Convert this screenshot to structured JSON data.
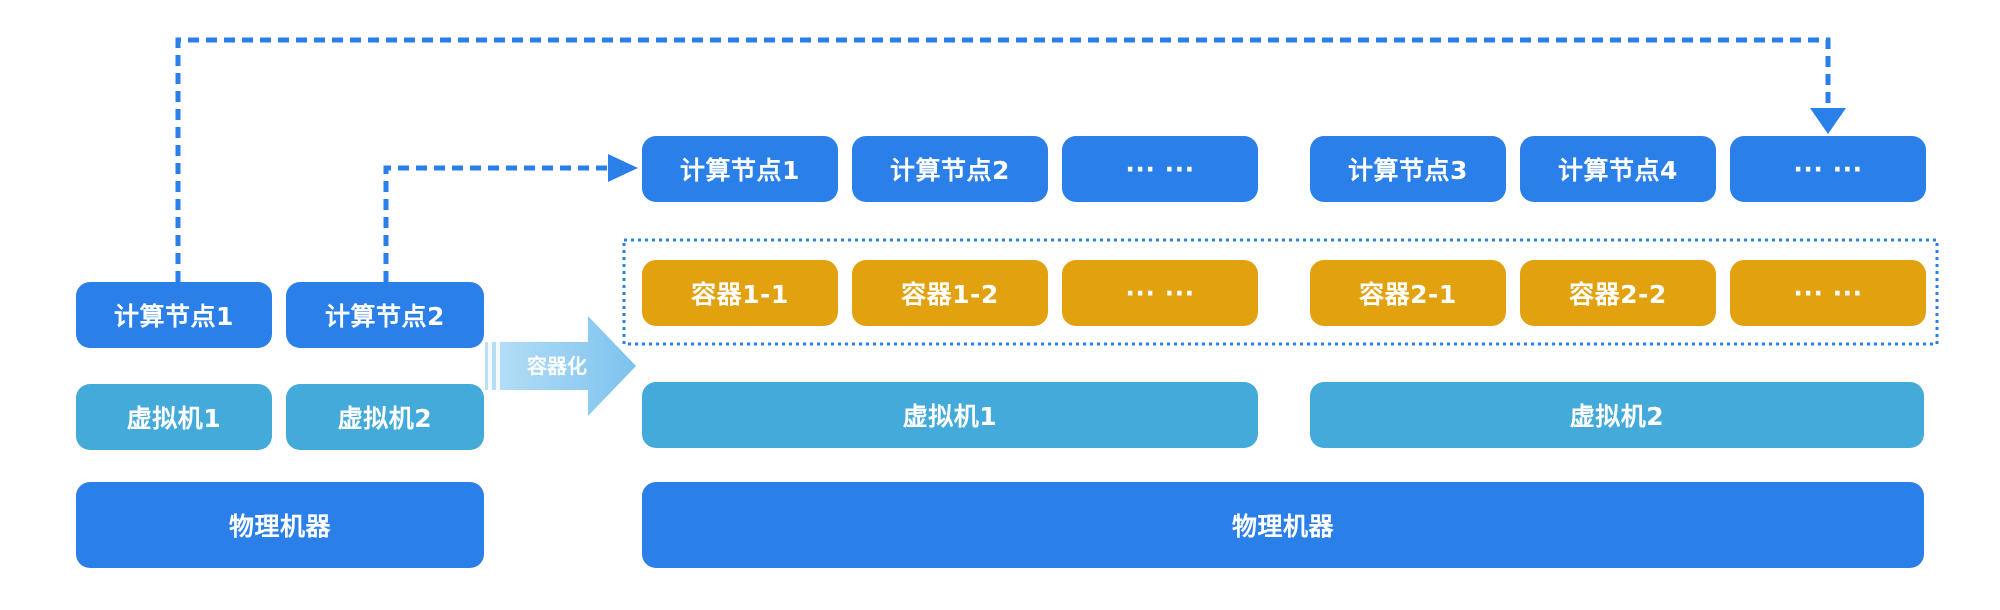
{
  "colors": {
    "compute_node": "#2b7fe8",
    "virtual_machine": "#43aad9",
    "container": "#e2a20f",
    "physical_machine": "#2b7fe8",
    "dashed_line": "#2b7fe8",
    "containerize_arrow": "#8ccbf0"
  },
  "left_stack": {
    "compute_nodes": [
      "计算节点1",
      "计算节点2"
    ],
    "virtual_machines": [
      "虚拟机1",
      "虚拟机2"
    ],
    "physical_machine": "物理机器"
  },
  "containerize_arrow": {
    "label": "容器化"
  },
  "right_stack": {
    "compute_nodes": [
      "计算节点1",
      "计算节点2",
      "··· ···",
      "计算节点3",
      "计算节点4",
      "··· ···"
    ],
    "containers": [
      "容器1-1",
      "容器1-2",
      "··· ···",
      "容器2-1",
      "容器2-2",
      "··· ···"
    ],
    "virtual_machines": [
      "虚拟机1",
      "虚拟机2"
    ],
    "physical_machine": "物理机器"
  }
}
